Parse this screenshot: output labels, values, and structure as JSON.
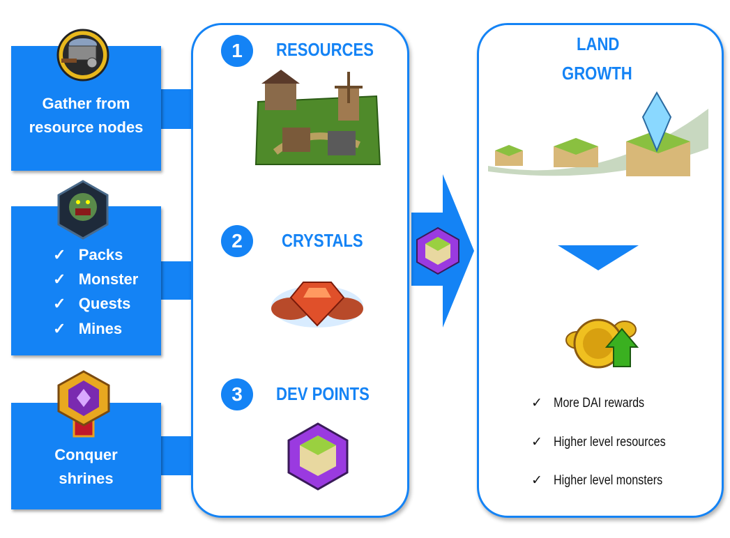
{
  "sources": [
    {
      "icon": "mine-cart-icon",
      "label_lines": [
        "Gather from",
        "resource nodes"
      ]
    },
    {
      "icon": "monster-icon",
      "checklist": [
        "Packs",
        "Monster",
        "Quests",
        "Mines"
      ]
    },
    {
      "icon": "shrine-icon",
      "label_lines": [
        "Conquer",
        "shrines"
      ]
    }
  ],
  "outputs": [
    {
      "number": "1",
      "title": "RESOURCES",
      "icon": "resource-buildings-icon"
    },
    {
      "number": "2",
      "title": "CRYSTALS",
      "icon": "crystal-icon"
    },
    {
      "number": "3",
      "title": "DEV POINTS",
      "icon": "dev-point-cube-icon"
    }
  ],
  "land": {
    "title_lines": [
      "LAND",
      "GROWTH"
    ],
    "benefits": [
      "More DAI rewards",
      "Higher level resources",
      "Higher level monsters"
    ]
  },
  "colors": {
    "accent": "#1483f5"
  }
}
